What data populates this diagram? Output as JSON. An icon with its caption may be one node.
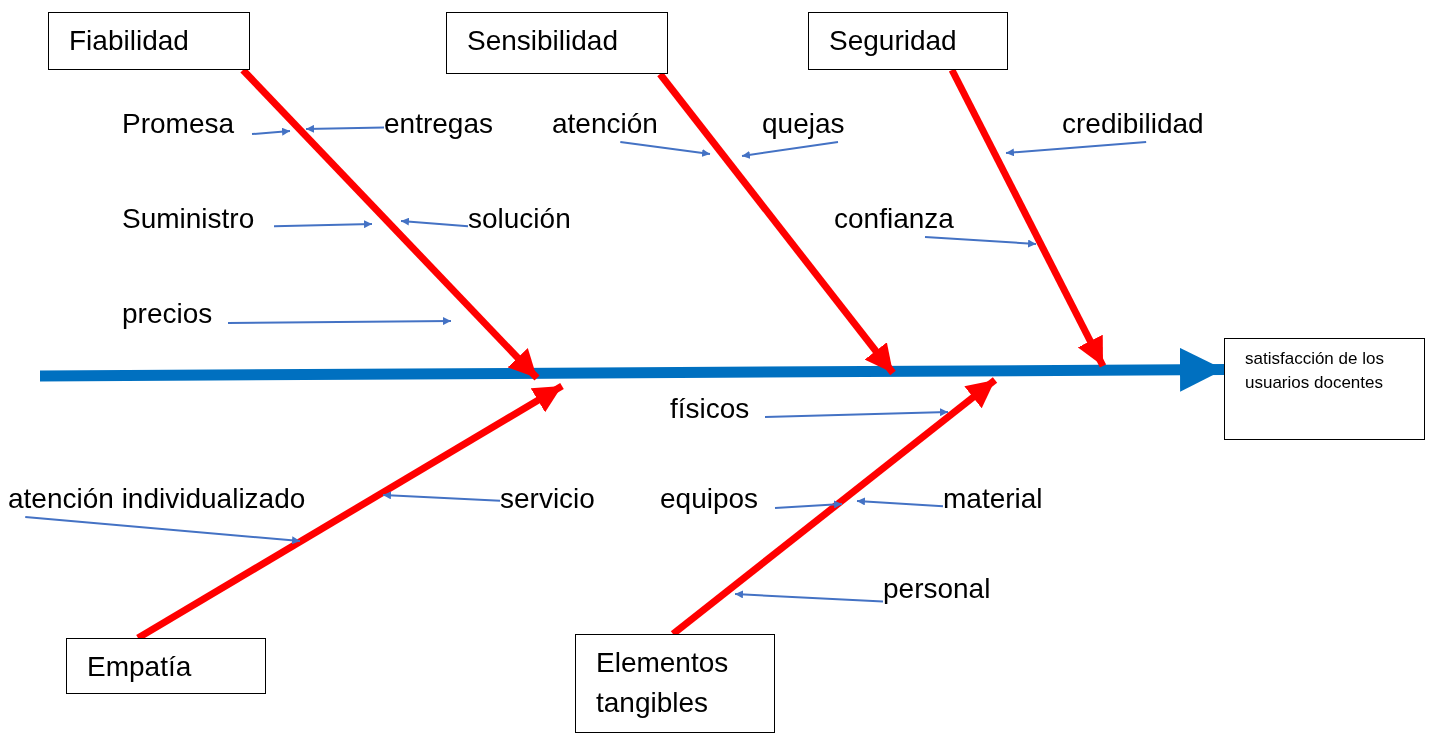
{
  "diagram": {
    "nodes": [
      {
        "text": [
          "Fiabilidad"
        ]
      },
      {
        "text": [
          "Sensibilidad"
        ]
      },
      {
        "text": [
          "Seguridad"
        ]
      },
      {
        "text": [
          "Promesa"
        ]
      },
      {
        "text": [
          "entregas"
        ]
      },
      {
        "text": [
          "atención"
        ]
      },
      {
        "text": [
          "quejas"
        ]
      },
      {
        "text": [
          "credibilidad"
        ]
      },
      {
        "text": [
          "Suministro"
        ]
      },
      {
        "text": [
          "solución"
        ]
      },
      {
        "text": [
          "confianza"
        ]
      },
      {
        "text": [
          "precios"
        ]
      },
      {
        "text": [
          "satisfacción de los usuarios docentes"
        ]
      },
      {
        "text": [
          "físicos"
        ]
      },
      {
        "text": [
          "atención individualizado"
        ]
      },
      {
        "text": [
          "servicio"
        ]
      },
      {
        "text": [
          "equipos"
        ]
      },
      {
        "text": [
          "material"
        ]
      },
      {
        "text": [
          "personal"
        ]
      },
      {
        "text": [
          "Empatía"
        ]
      },
      {
        "text": [
          "Elementos tangibles"
        ]
      }
    ],
    "edges": [
      {
        "from": null,
        "to": 12,
        "arrow": "to",
        "style": "thick",
        "color": "#0070c0"
      },
      {
        "from": 0,
        "to": null,
        "arrow": "to",
        "style": "thick",
        "color": "#ff0000"
      },
      {
        "from": 1,
        "to": null,
        "arrow": "to",
        "style": "thick",
        "color": "#ff0000"
      },
      {
        "from": 2,
        "to": null,
        "arrow": "to",
        "style": "thick",
        "color": "#ff0000"
      },
      {
        "from": 19,
        "to": null,
        "arrow": "to",
        "style": "thick",
        "color": "#ff0000"
      },
      {
        "from": 20,
        "to": null,
        "arrow": "to",
        "style": "thick",
        "color": "#ff0000"
      },
      {
        "from": 3,
        "to": null,
        "arrow": "to"
      },
      {
        "from": 4,
        "to": null,
        "arrow": "to"
      },
      {
        "from": 5,
        "to": null,
        "arrow": "to"
      },
      {
        "from": 6,
        "to": null,
        "arrow": "to"
      },
      {
        "from": 7,
        "to": null,
        "arrow": "to"
      },
      {
        "from": 8,
        "to": null,
        "arrow": "to"
      },
      {
        "from": 9,
        "to": null,
        "arrow": "to"
      },
      {
        "from": 10,
        "to": null,
        "arrow": "to"
      },
      {
        "from": 11,
        "to": null,
        "arrow": "to"
      },
      {
        "from": 13,
        "to": null,
        "arrow": "to"
      },
      {
        "from": 14,
        "to": null,
        "arrow": "to"
      },
      {
        "from": 15,
        "to": null,
        "arrow": "to"
      },
      {
        "from": 16,
        "to": null,
        "arrow": "to"
      },
      {
        "from": 17,
        "to": null,
        "arrow": "to"
      },
      {
        "from": 18,
        "to": null,
        "arrow": "to"
      }
    ]
  }
}
